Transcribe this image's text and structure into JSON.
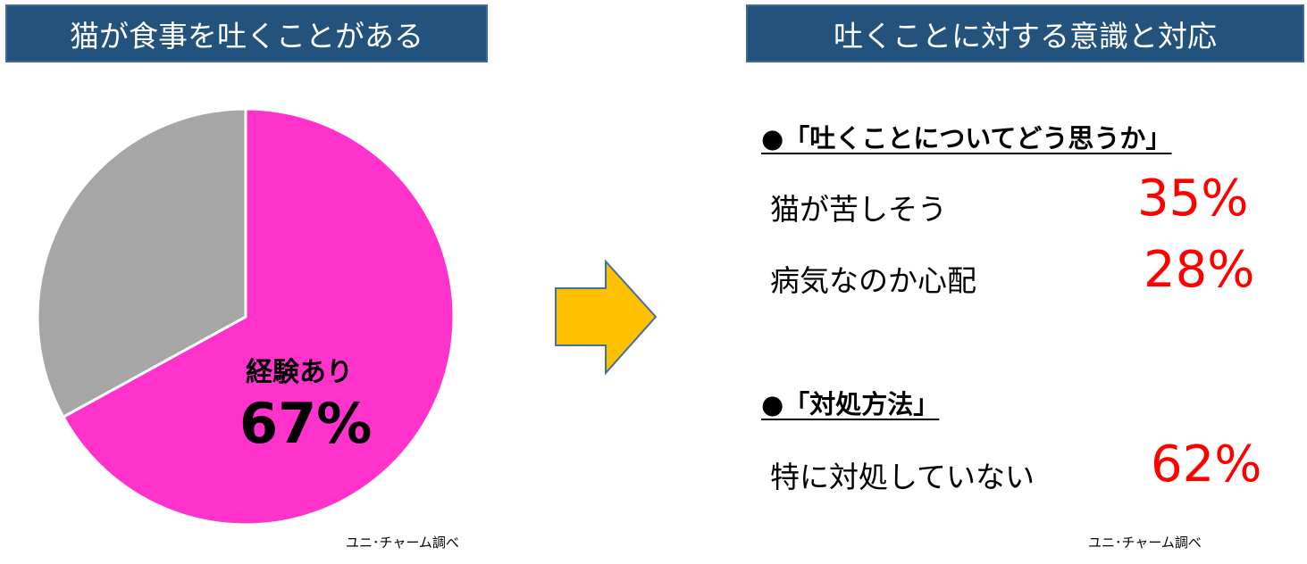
{
  "left_title": "猫が食事を吐くことがある",
  "right_title": "吐くことに対する意識と対応",
  "chart_data": {
    "type": "pie",
    "title": "猫が食事を吐くことがある",
    "slices": [
      {
        "label": "経験あり",
        "value": 67,
        "color": "#ff33cc"
      },
      {
        "label": "",
        "value": 33,
        "color": "#a6a6a6"
      }
    ],
    "data_label": {
      "label": "経験あり",
      "value": "67%"
    }
  },
  "sections": [
    {
      "heading": "●「吐くことについてどう思うか」",
      "items": [
        {
          "label": "猫が苦しそう",
          "value": "35%"
        },
        {
          "label": "病気なのか心配",
          "value": "28%"
        }
      ]
    },
    {
      "heading": "●「対処方法」",
      "items": [
        {
          "label": "特に対処していない",
          "value": "62%"
        }
      ]
    }
  ],
  "source": "ユニ･チャーム調べ",
  "colors": {
    "header": "#23527c",
    "arrow": "#ffc000",
    "accent": "#ff0000"
  }
}
